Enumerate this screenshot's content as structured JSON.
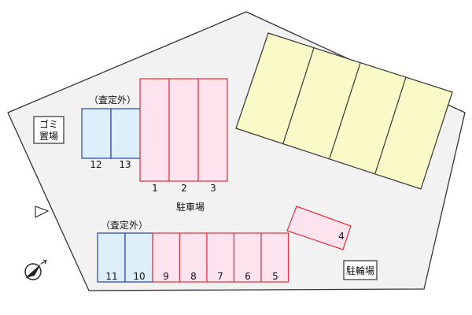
{
  "labels": {
    "garbage_line1": "ゴミ",
    "garbage_line2": "置場",
    "excluded_top": "（査定外）",
    "excluded_bottom": "（査定外）",
    "parking": "駐車場",
    "bicycle": "駐輪場"
  },
  "spaces": {
    "s1": "1",
    "s2": "2",
    "s3": "3",
    "s4": "4",
    "s5": "5",
    "s6": "6",
    "s7": "7",
    "s8": "8",
    "s9": "9",
    "s10": "10",
    "s11": "11",
    "s12": "12",
    "s13": "13"
  },
  "colors": {
    "rented": "#fde3ee",
    "excluded": "#dceffb",
    "other": "#fafac8"
  },
  "icons": {
    "entrance": "triangle-marker-icon",
    "north": "compass-icon"
  }
}
